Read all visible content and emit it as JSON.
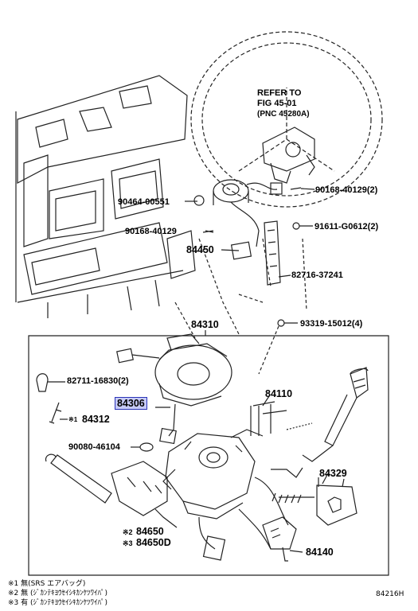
{
  "refer": {
    "line1": "REFER TO",
    "line2": "FIG 45-01",
    "line3": "(PNC 45280A)"
  },
  "parts": {
    "p90168_40129_2": "90168-40129(2)",
    "p90464_00551": "90464-00551",
    "p90168_40129": "90168-40129",
    "p91611_g0612_2": "91611-G0612(2)",
    "p84450": "84450",
    "p82716_37241": "82716-37241",
    "p84310": "84310",
    "p93319_15012_4": "93319-15012(4)",
    "p82711_16830_2": "82711-16830(2)",
    "p84306": "84306",
    "p84110": "84110",
    "p84312": "84312",
    "p84312_mark": "※1",
    "p90080_46104": "90080-46104",
    "p84329": "84329",
    "p84650": "84650",
    "p84650_mark": "※2",
    "p84650d": "84650D",
    "p84650d_mark": "※3",
    "p84140": "84140"
  },
  "notes": {
    "n1": "※1  無(SRS エアバッグ)",
    "n2": "※2 無 (ｼﾞｶﾝﾃｷﾖｳｾｲｼｷｶﾝｹﾂﾜｲﾊﾟ)",
    "n3": "※3 有 (ｼﾞｶﾝﾃｷﾖｳｾｲｼｷｶﾝｹﾂﾜｲﾊﾟ)"
  },
  "figure_id": "84216H"
}
